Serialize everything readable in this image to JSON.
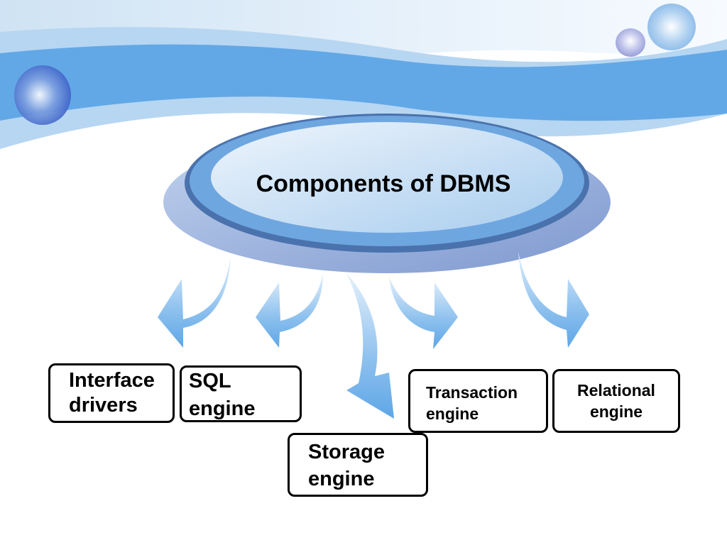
{
  "slide": {
    "title": "Components of DBMS",
    "colors": {
      "band": "#62a8e6",
      "band_light": "#b7d6f2",
      "ellipse_outer": "#8aa9da",
      "ellipse_rim": "#4a72ad",
      "ellipse_inner": "#dbe9f7",
      "arrow": "#6aaee8",
      "box_border": "#000000"
    },
    "components": [
      {
        "label_line1": "Interface",
        "label_line2": "drivers"
      },
      {
        "label_line1": "SQL",
        "label_line2": "engine"
      },
      {
        "label_line1": "Storage",
        "label_line2": "engine"
      },
      {
        "label_line1": "Transaction",
        "label_line2": "engine"
      },
      {
        "label_line1": "Relational",
        "label_line2": "engine"
      }
    ]
  }
}
